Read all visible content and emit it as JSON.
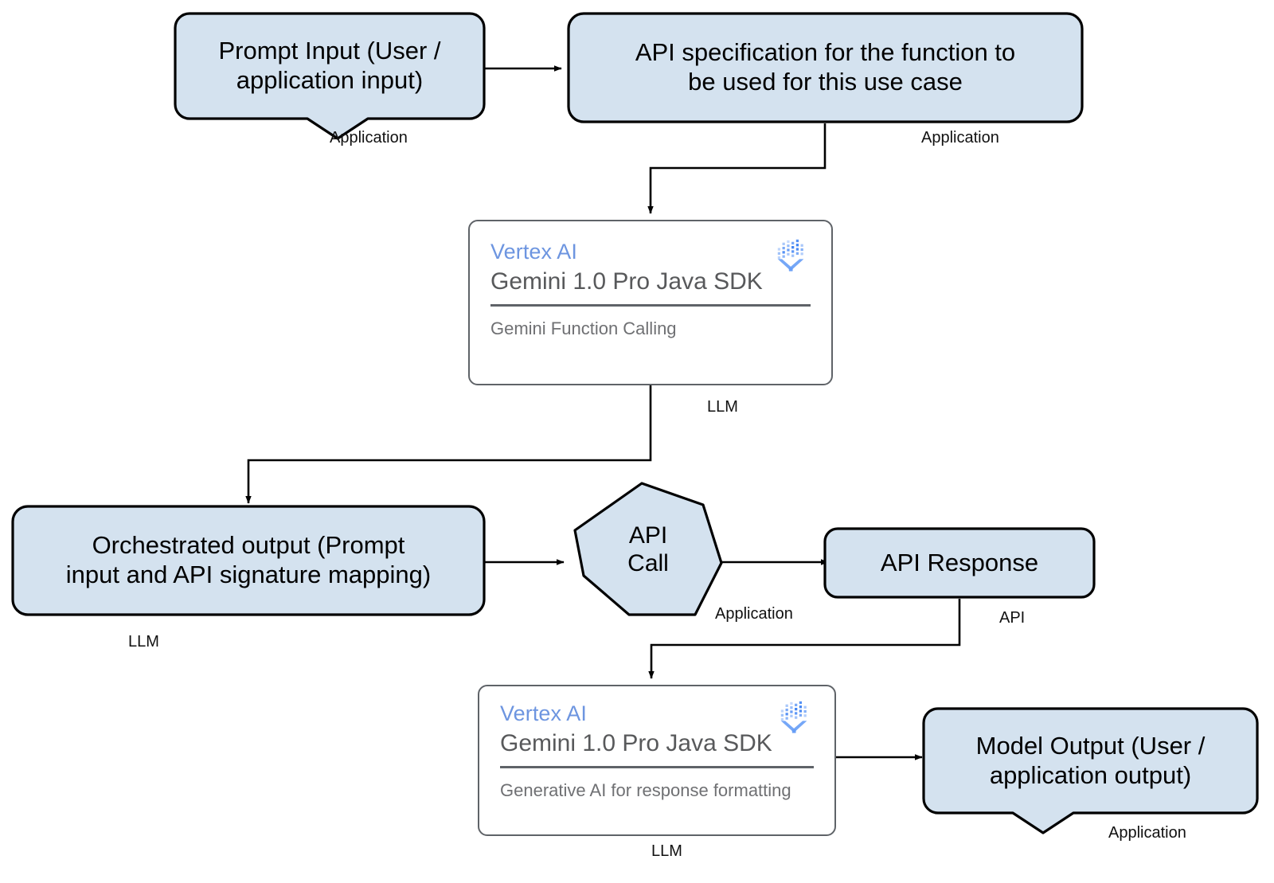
{
  "diagram": {
    "title": "Gemini Function Calling architecture flow",
    "colors": {
      "node_fill": "#d4e2ef",
      "node_stroke": "#000000",
      "card_stroke": "#5f6368",
      "brand_blue": "#6d95e0",
      "card_text": "#58595b",
      "card_subtext": "#6f7073",
      "connector": "#000000"
    }
  },
  "nodes": {
    "prompt_input": {
      "line1": "Prompt Input (User /",
      "line2": "application input)",
      "swimlane": "Application"
    },
    "api_spec": {
      "line1": "API specification for the function to",
      "line2": "be used for this use case",
      "swimlane": "Application"
    },
    "vertex_card_1": {
      "brand": "Vertex AI",
      "title": "Gemini 1.0 Pro Java SDK",
      "subtitle": "Gemini Function Calling",
      "logo": "vertex-ai-logo-icon",
      "swimlane": "LLM"
    },
    "orchestrated_output": {
      "line1": "Orchestrated output (Prompt",
      "line2": "input and API signature mapping)",
      "swimlane": "LLM"
    },
    "api_call": {
      "line1": "API",
      "line2": "Call",
      "swimlane": "Application"
    },
    "api_response": {
      "line1": "API Response",
      "swimlane": "API"
    },
    "vertex_card_2": {
      "brand": "Vertex AI",
      "title": "Gemini 1.0 Pro Java SDK",
      "subtitle": "Generative AI for response formatting",
      "logo": "vertex-ai-logo-icon",
      "swimlane": "LLM"
    },
    "model_output": {
      "line1": "Model Output (User /",
      "line2": "application output)",
      "swimlane": "Application"
    }
  },
  "edges": [
    {
      "from": "prompt_input",
      "to": "api_spec"
    },
    {
      "from": "api_spec",
      "to": "vertex_card_1"
    },
    {
      "from": "vertex_card_1",
      "to": "orchestrated_output"
    },
    {
      "from": "orchestrated_output",
      "to": "api_call"
    },
    {
      "from": "api_call",
      "to": "api_response"
    },
    {
      "from": "api_response",
      "to": "vertex_card_2"
    },
    {
      "from": "vertex_card_2",
      "to": "model_output"
    }
  ]
}
